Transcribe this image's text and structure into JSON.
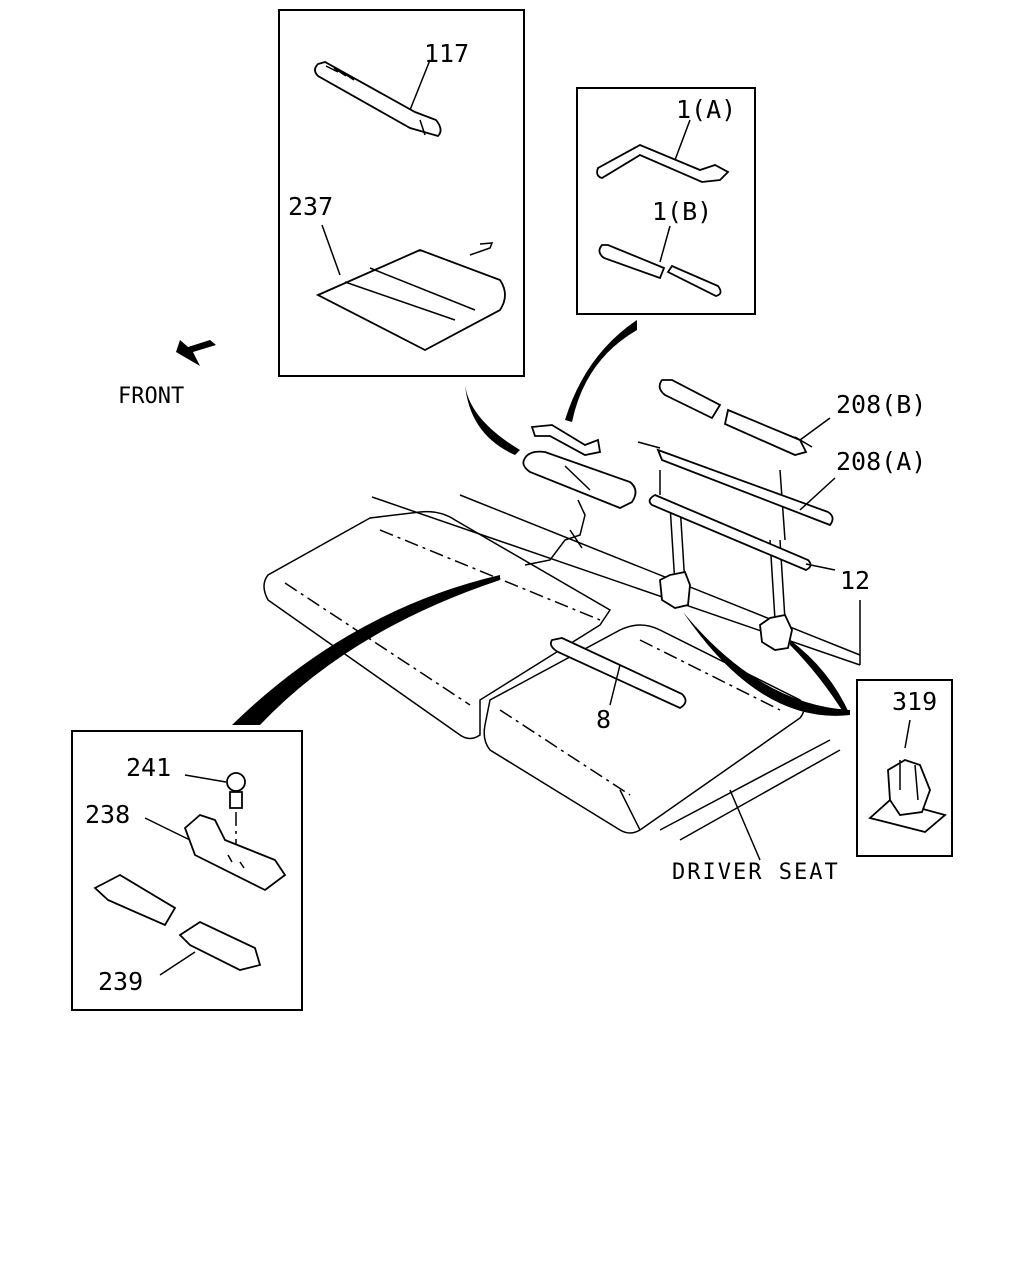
{
  "labels": {
    "l117": "117",
    "l237": "237",
    "l1a": "1(A)",
    "l1b": "1(B)",
    "front": "FRONT",
    "l208b": "208(B)",
    "l208a": "208(A)",
    "l12": "12",
    "l8": "8",
    "l319": "319",
    "l241": "241",
    "l238": "238",
    "l239": "239",
    "driver_seat": "DRIVER SEAT"
  }
}
